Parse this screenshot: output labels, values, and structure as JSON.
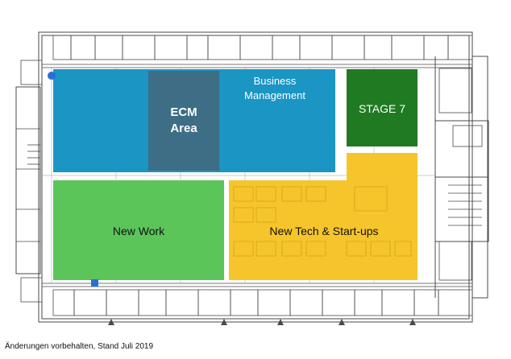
{
  "zones": {
    "business": {
      "label_line1": "Business",
      "label_line2": "Management",
      "color": "#1a95c4"
    },
    "ecm": {
      "label_line1": "ECM",
      "label_line2": "Area",
      "color": "#3d6e86"
    },
    "stage7": {
      "label": "STAGE 7",
      "color": "#1f7a22"
    },
    "newwork": {
      "label": "New Work",
      "color": "#5bc55a"
    },
    "newtech": {
      "label": "New Tech & Start-ups",
      "color": "#f6c52b"
    }
  },
  "footer": {
    "note": "Änderungen vorbehalten, Stand Juli 2019"
  },
  "colors": {
    "line": "#4a4a4a",
    "background": "#ffffff",
    "marker": "#2a6fd6"
  }
}
